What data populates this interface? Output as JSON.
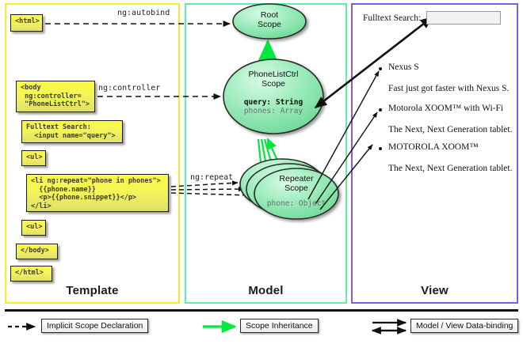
{
  "columns": [
    {
      "key": "template",
      "label": "Template",
      "border_color": "#f2ef27"
    },
    {
      "key": "model",
      "label": "Model",
      "border_color": "#5cf0a9"
    },
    {
      "key": "view",
      "label": "View",
      "border_color": "#7a5cf0"
    }
  ],
  "template": {
    "boxes": [
      {
        "name": "html-open",
        "text": "<html>"
      },
      {
        "name": "body-open",
        "text": "<body\n ng:controller=\n \"PhoneListCtrl\">"
      },
      {
        "name": "search-markup",
        "text": "Fulltext Search:\n  <input name=\"query\">"
      },
      {
        "name": "ul-open",
        "text": "<ul>"
      },
      {
        "name": "li-repeat",
        "text": "<li ng:repeat=\"phone in phones\">\n  {{phone.name}}\n  <p>{{phone.snippet}}</p>\n</li>"
      },
      {
        "name": "ul-close",
        "text": "<ul>"
      },
      {
        "name": "body-close",
        "text": "</body>"
      },
      {
        "name": "html-close",
        "text": "</html>"
      }
    ]
  },
  "connectors": [
    {
      "name": "ng-autobind",
      "label": "ng:autobind"
    },
    {
      "name": "ng-controller",
      "label": "ng:controller"
    },
    {
      "name": "ng-repeat",
      "label": "ng:repeat"
    }
  ],
  "model": {
    "scopes": [
      {
        "name": "root-scope",
        "title_line1": "Root",
        "title_line2": "Scope",
        "props": []
      },
      {
        "name": "phonelistctrl-scope",
        "title_line1": "PhoneListCtrl",
        "title_line2": "Scope",
        "props": [
          {
            "text": "query: String",
            "emphasis": "strong"
          },
          {
            "text": "phones: Array",
            "emphasis": "dim"
          }
        ]
      },
      {
        "name": "repeater-scope",
        "title_line1": "Repeater",
        "title_line2": "Scope",
        "props": [
          {
            "text": "phone: Object",
            "emphasis": "dim"
          }
        ],
        "stacked": 3
      }
    ]
  },
  "view": {
    "search_label": "Fulltext Search:",
    "search_value": "",
    "items": [
      {
        "name": "Nexus S",
        "snippet": "Fast just got faster with Nexus S."
      },
      {
        "name": "Motorola XOOM™  with Wi-Fi",
        "snippet": "The Next, Next Generation tablet."
      },
      {
        "name": "MOTOROLA XOOM™",
        "snippet": "The Next, Next Generation tablet."
      }
    ]
  },
  "legend": [
    {
      "name": "implicit-scope-declaration",
      "label": "Implicit Scope Declaration",
      "arrow": "dashed-black"
    },
    {
      "name": "scope-inheritance",
      "label": "Scope Inheritance",
      "arrow": "solid-green"
    },
    {
      "name": "model-view-data-binding",
      "label": "Model / View Data-binding",
      "arrow": "double-black"
    }
  ],
  "colors": {
    "template_border": "#f2ef27",
    "model_border": "#5cf0a9",
    "view_border": "#7a5cf0",
    "scope_fill": "#8ce8ae",
    "inheritance_arrow": "#00e83c",
    "code_box_fill": "#f4f45a"
  }
}
